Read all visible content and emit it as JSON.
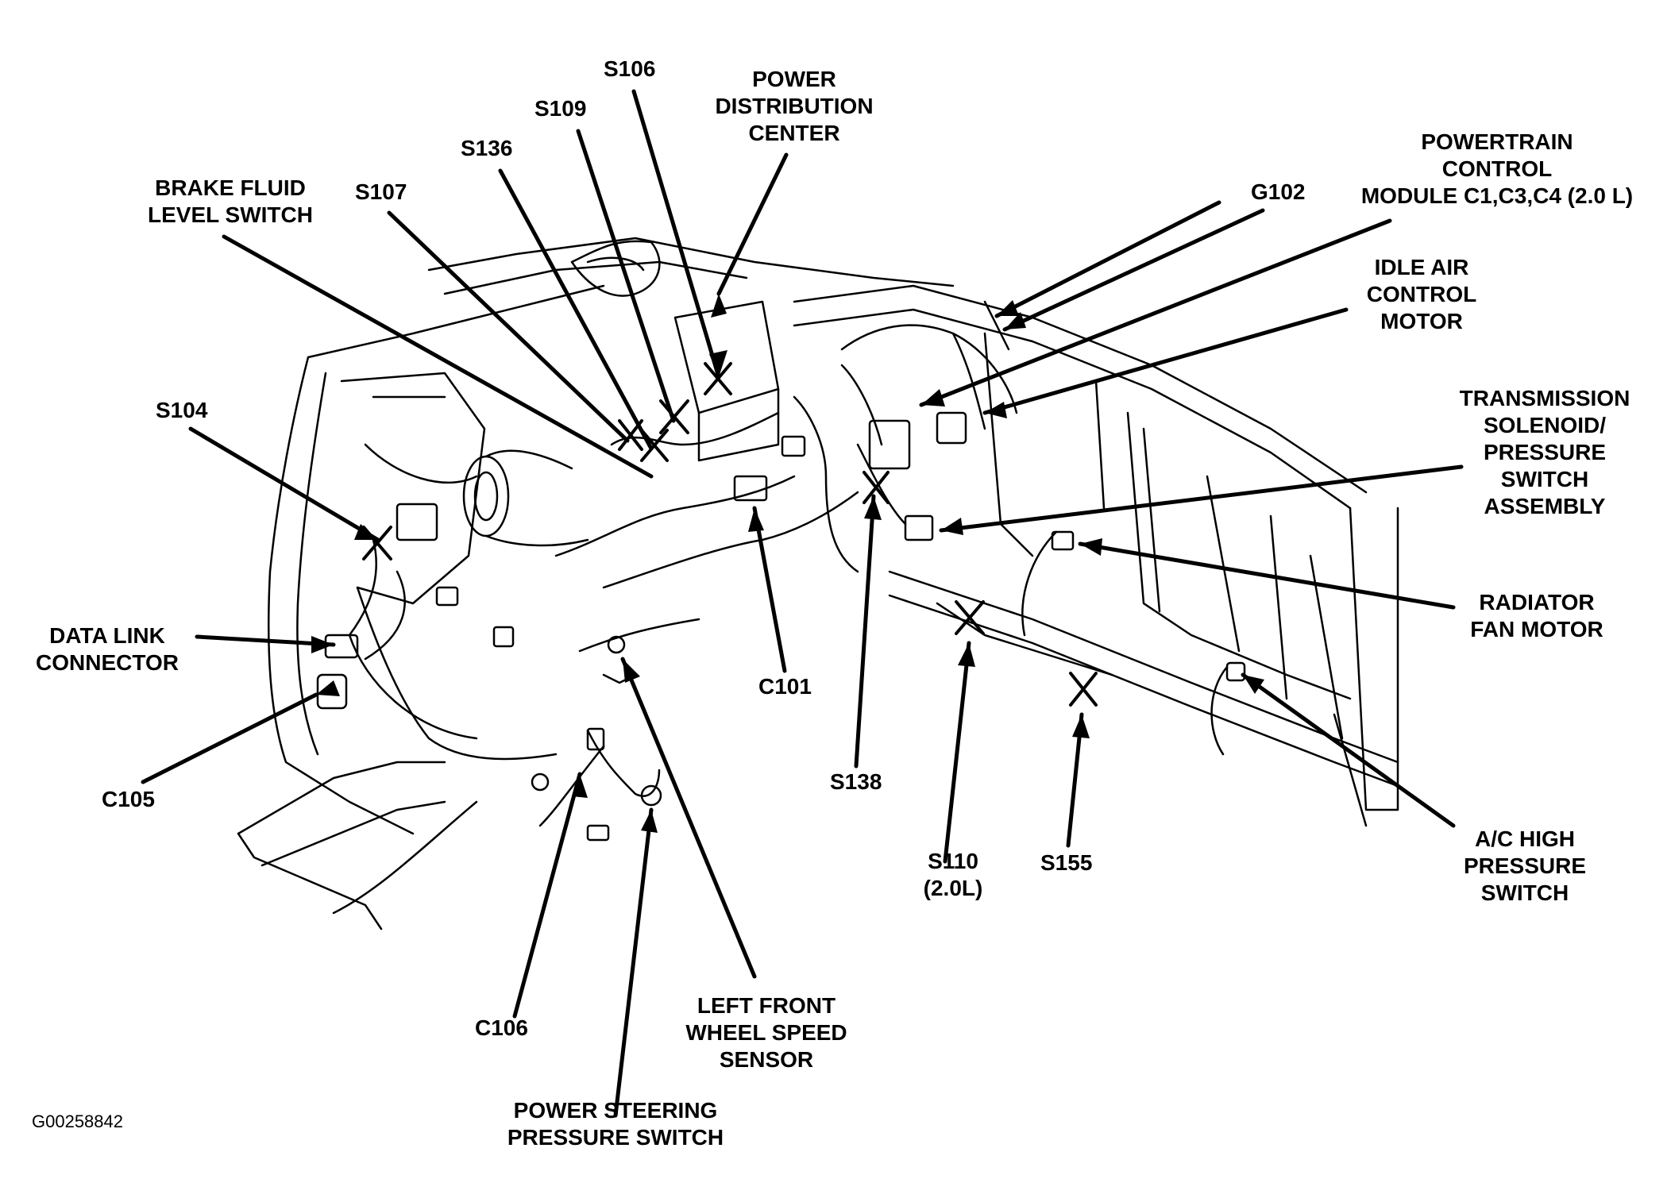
{
  "labels": {
    "s106": [
      "S106"
    ],
    "s109": [
      "S109"
    ],
    "s136": [
      "S136"
    ],
    "s107": [
      "S107"
    ],
    "power_distribution_center": [
      "POWER",
      "DISTRIBUTION",
      "CENTER"
    ],
    "brake_fluid": [
      "BRAKE FLUID",
      "LEVEL SWITCH"
    ],
    "s104": [
      "S104"
    ],
    "data_link": [
      "DATA LINK",
      "CONNECTOR"
    ],
    "c105": [
      "C105"
    ],
    "c106": [
      "C106"
    ],
    "power_steering": [
      "POWER STEERING",
      "PRESSURE SWITCH"
    ],
    "lf_wheel_speed": [
      "LEFT FRONT",
      "WHEEL SPEED",
      "SENSOR"
    ],
    "c101": [
      "C101"
    ],
    "s138": [
      "S138"
    ],
    "s110": [
      "S110",
      "(2.0L)"
    ],
    "s155": [
      "S155"
    ],
    "ac_high": [
      "A/C HIGH",
      "PRESSURE",
      "SWITCH"
    ],
    "radiator_fan": [
      "RADIATOR",
      "FAN MOTOR"
    ],
    "transmission": [
      "TRANSMISSION",
      "SOLENOID/",
      "PRESSURE",
      "SWITCH",
      "ASSEMBLY"
    ],
    "idle_air": [
      "IDLE AIR",
      "CONTROL",
      "MOTOR"
    ],
    "pcm": [
      "POWERTRAIN",
      "CONTROL",
      "MODULE C1,C3,C4 (2.0 L)"
    ],
    "g102": [
      "G102"
    ]
  },
  "figure_id": "G00258842"
}
